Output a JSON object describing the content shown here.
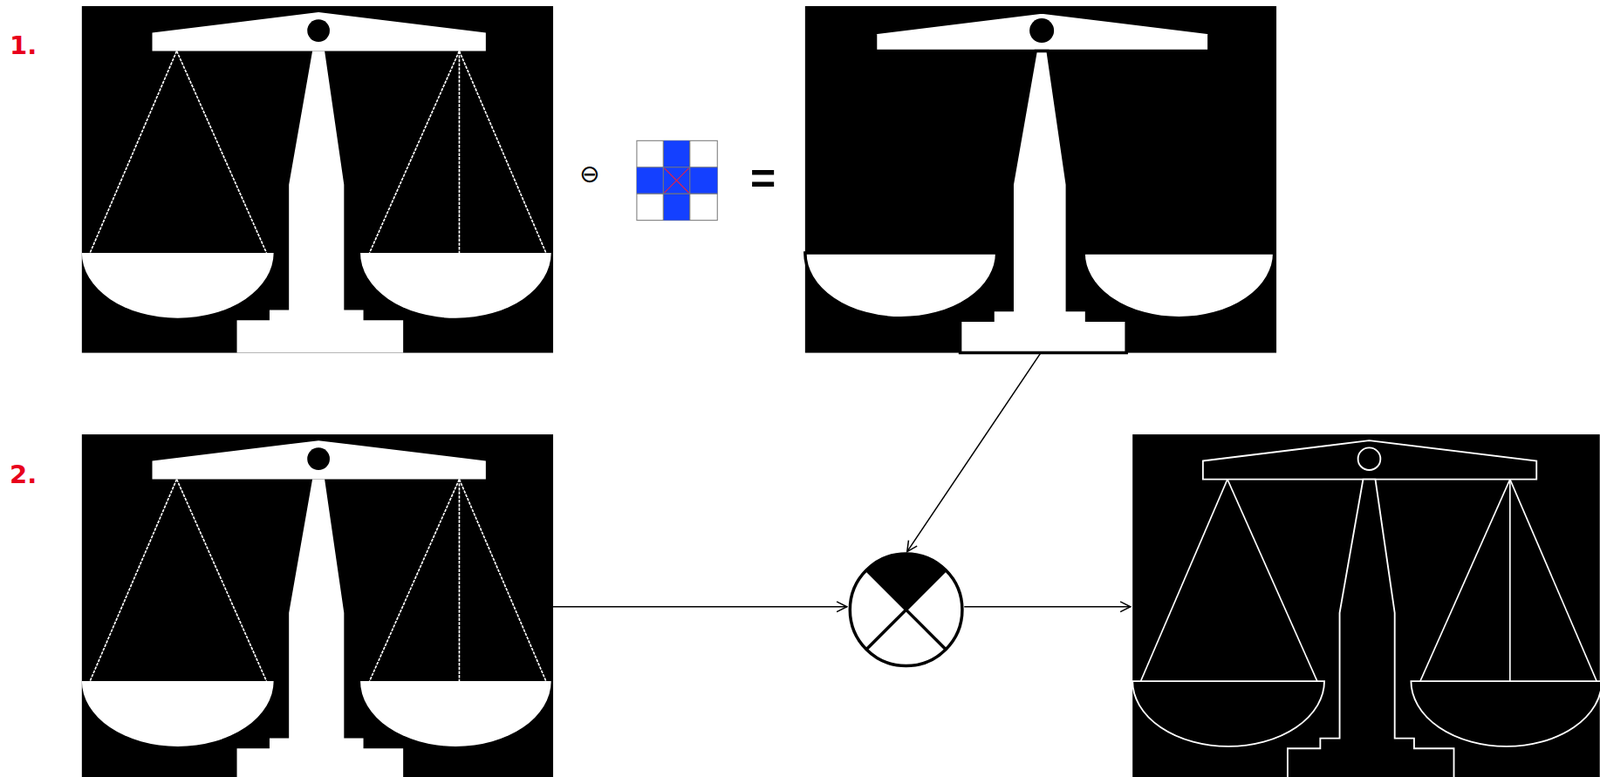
{
  "diagram": {
    "labels": [
      "1.",
      "2.",
      "⊖",
      "="
    ]
  }
}
